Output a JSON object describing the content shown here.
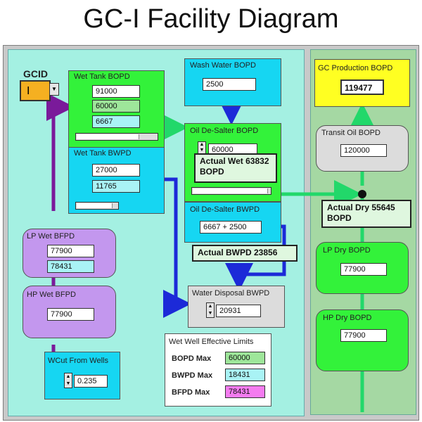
{
  "page": {
    "title": "GC-I Facility Diagram"
  },
  "gcid": {
    "label": "GCID",
    "value": "I"
  },
  "wet_tank_bopd": {
    "label": "Wet Tank BOPD",
    "values": [
      "91000",
      "60000",
      "6667"
    ]
  },
  "wet_tank_bwpd": {
    "label": "Wet Tank BWPD",
    "values": [
      "27000",
      "11765"
    ]
  },
  "wash_water": {
    "label": "Wash Water BOPD",
    "value": "2500"
  },
  "desalter_bopd": {
    "label": "Oil De-Salter BOPD",
    "value": "60000"
  },
  "desalter_bwpd": {
    "label": "Oil De-Salter BWPD",
    "value": "6667 + 2500"
  },
  "callouts": {
    "actual_wet": "Actual Wet 63832 BOPD",
    "actual_dry": "Actual Dry 55645 BOPD",
    "actual_bwpd": "Actual BWPD 23856"
  },
  "lp_wet": {
    "label": "LP Wet BFPD",
    "values": [
      "77900",
      "78431"
    ]
  },
  "hp_wet": {
    "label": "HP Wet BFPD",
    "value": "77900"
  },
  "wcut": {
    "label": "WCut From Wells",
    "value": "0.235"
  },
  "water_disposal": {
    "label": "Water Disposal BWPD",
    "value": "20931"
  },
  "limits": {
    "title": "Wet Well Effective Limits",
    "rows": [
      {
        "label": "BOPD Max",
        "value": "60000"
      },
      {
        "label": "BWPD Max",
        "value": "18431"
      },
      {
        "label": "BFPD Max",
        "value": "78431"
      }
    ]
  },
  "gc_production": {
    "label": "GC Production  BOPD",
    "value": "119477"
  },
  "transit_oil": {
    "label": "Transit Oil BOPD",
    "value": "120000"
  },
  "lp_dry": {
    "label": "LP Dry BOPD",
    "value": "77900"
  },
  "hp_dry": {
    "label": "HP Dry BOPD",
    "value": "77900"
  },
  "colors": {
    "oil_green": "#22d86a",
    "water_blue": "#1c2ad8",
    "fluid_purple": "#7a1a9a",
    "gcid_orange": "#f5b021",
    "production_yellow": "#ffff22"
  }
}
